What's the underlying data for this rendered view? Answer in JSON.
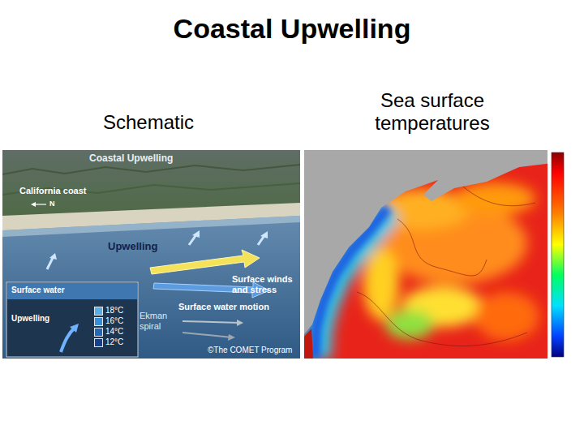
{
  "diagram": {
    "title": "Coastal Upwelling",
    "labels": [
      "Schematic",
      "Sea surface temperatures",
      "Coastal Upwelling",
      "California coast",
      "N",
      "Upwelling",
      "Surface winds and stress",
      "Surface water motion",
      "Ekman spiral",
      "©The COMET Program",
      "Surface water",
      "Upwelling"
    ],
    "legend": [
      {
        "text": "18°C",
        "color": "#5aaee6"
      },
      {
        "text": "16°C",
        "color": "#3a8ed6"
      },
      {
        "text": "14°C",
        "color": "#2466b8"
      },
      {
        "text": "12°C",
        "color": "#183f8c"
      }
    ]
  }
}
